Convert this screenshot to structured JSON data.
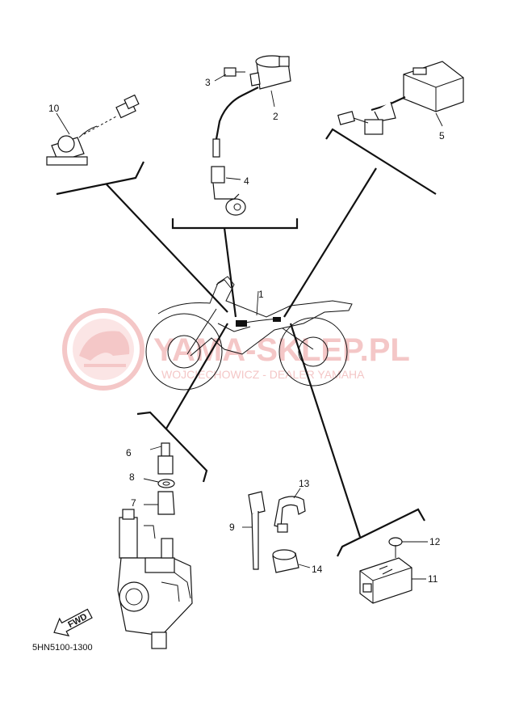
{
  "watermark": {
    "brand": "YAMA-SKLEP.PL",
    "subtitle": "WOJCIECHOWICZ - DEALER YAMAHA"
  },
  "diagram_code": "5HN5100-1300",
  "direction_label": "FWD",
  "callouts": [
    "1",
    "2",
    "3",
    "4",
    "5",
    "6",
    "7",
    "8",
    "9",
    "10",
    "11",
    "12",
    "13",
    "14"
  ],
  "icons": {
    "watermark": "helmet-logo-icon",
    "direction": "fwd-arrow-icon"
  },
  "colors": {
    "line": "#111111",
    "watermark": "#f4c7c7"
  }
}
